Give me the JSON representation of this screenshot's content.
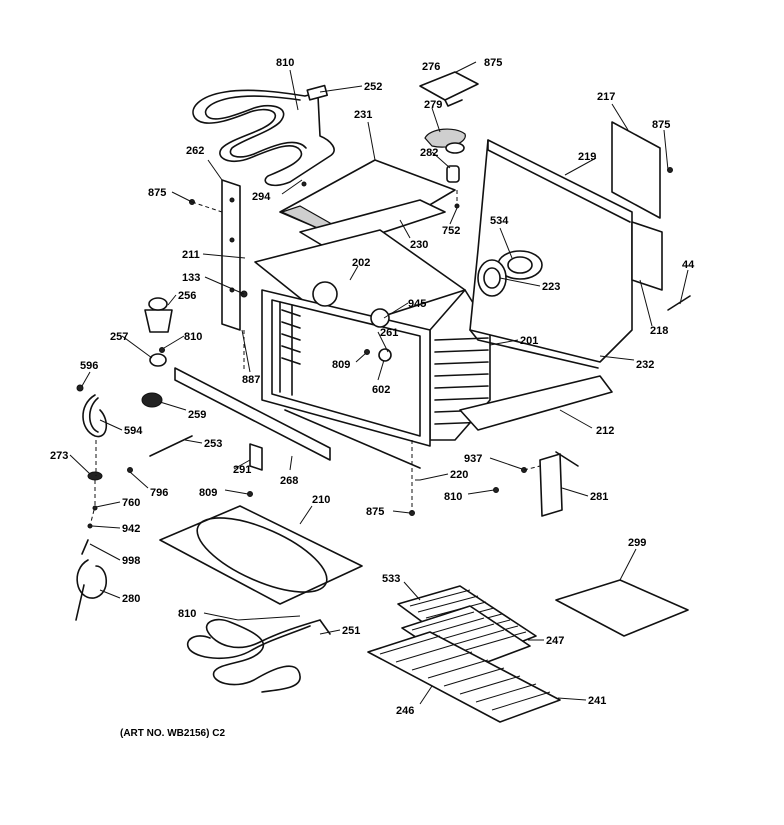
{
  "art_number": "(ART NO. WB2156) C2",
  "callouts": {
    "c810a": "810",
    "c252": "252",
    "c276": "276",
    "c875a": "875",
    "c217": "217",
    "c875b": "875",
    "c279": "279",
    "c231": "231",
    "c262": "262",
    "c282": "282",
    "c219": "219",
    "c875c": "875",
    "c294": "294",
    "c534": "534",
    "c752": "752",
    "c230": "230",
    "c211": "211",
    "c202": "202",
    "c44": "44",
    "c133": "133",
    "c223": "223",
    "c256": "256",
    "c945": "945",
    "c218": "218",
    "c810b": "810",
    "c261": "261",
    "c257": "257",
    "c201": "201",
    "c232": "232",
    "c809a": "809",
    "c887": "887",
    "c602": "602",
    "c596": "596",
    "c259": "259",
    "c212": "212",
    "c594": "594",
    "c253": "253",
    "c937": "937",
    "c273": "273",
    "c291": "291",
    "c220": "220",
    "c796": "796",
    "c268": "268",
    "c809b": "809",
    "c810c": "810",
    "c281": "281",
    "c760": "760",
    "c210": "210",
    "c875d": "875",
    "c942": "942",
    "c299": "299",
    "c998": "998",
    "c533": "533",
    "c280": "280",
    "c810d": "810",
    "c251": "251",
    "c247": "247",
    "c246": "246",
    "c241": "241"
  }
}
